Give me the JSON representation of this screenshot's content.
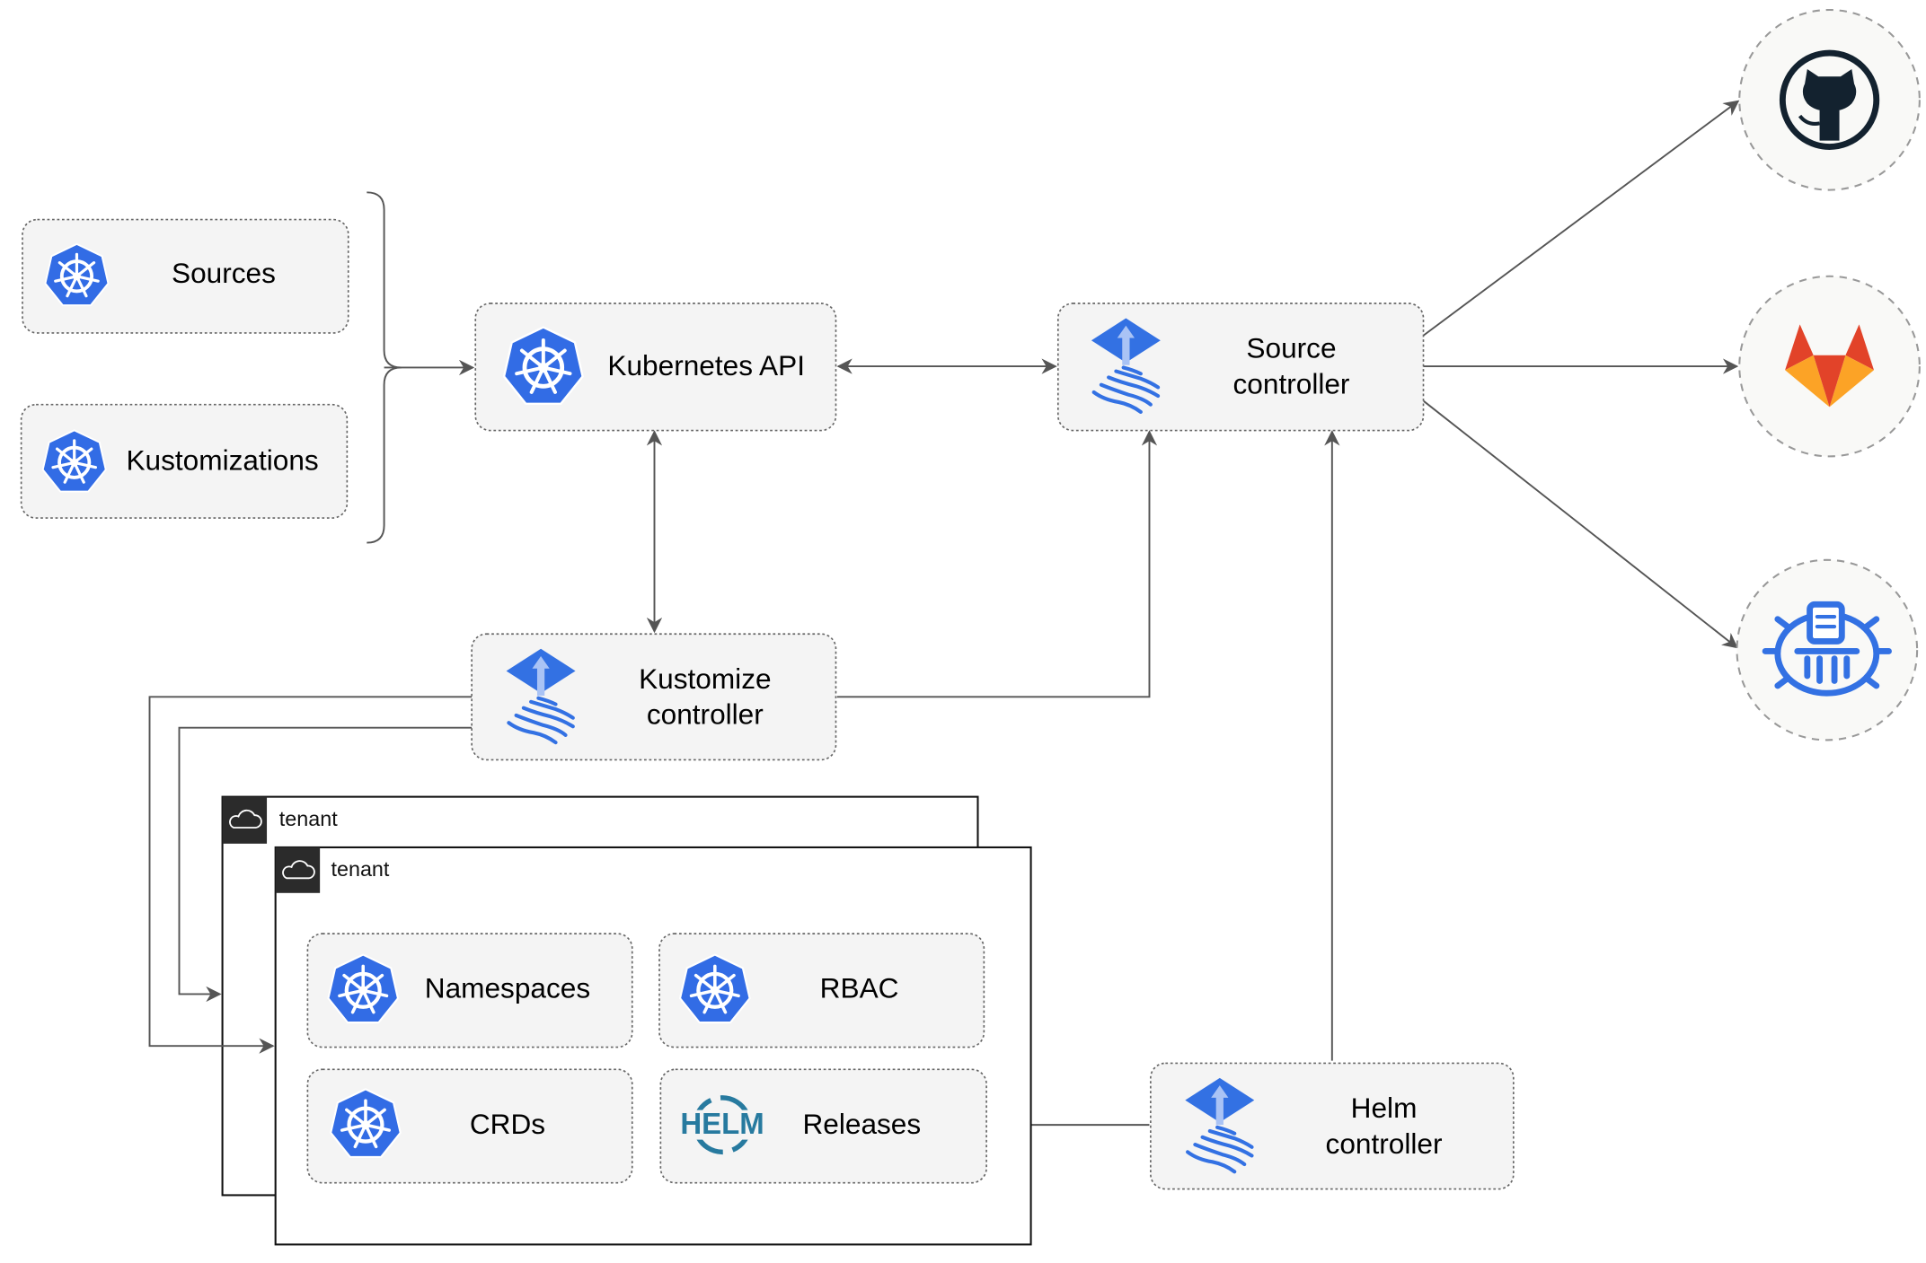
{
  "nodes": {
    "sources": "Sources",
    "kustomizations": "Kustomizations",
    "kubernetes_api": "Kubernetes API",
    "source_controller": [
      "Source",
      "controller"
    ],
    "kustomize_controller": [
      "Kustomize",
      "controller"
    ],
    "helm_controller": [
      "Helm",
      "controller"
    ],
    "namespaces": "Namespaces",
    "rbac": "RBAC",
    "crds": "CRDs",
    "releases": "Releases"
  },
  "tenants": [
    "tenant",
    "tenant"
  ],
  "helm_logo_text": "HELM",
  "external_sources": [
    "github-icon",
    "gitlab-icon",
    "bucket-icon"
  ],
  "colors": {
    "kubernetes_blue": "#326ce5",
    "flux_blue": "#3371e3",
    "gitlab_orange": "#e24329",
    "github_dark": "#13222f",
    "helm_blue": "#277a9f"
  }
}
